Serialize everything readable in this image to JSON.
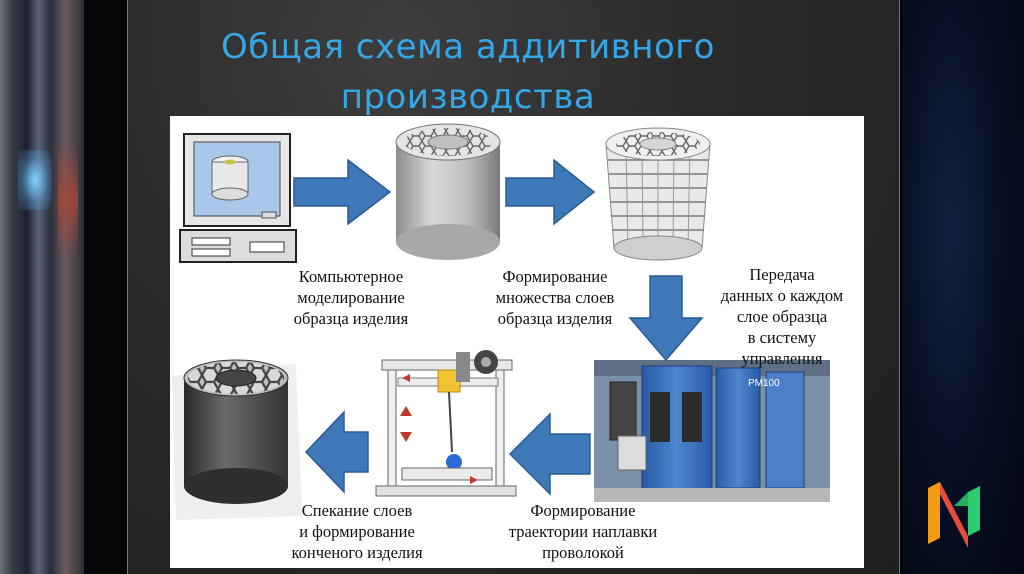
{
  "slide": {
    "title": "Общая  схема аддитивного производства"
  },
  "diagram": {
    "nodes": [
      {
        "id": "computer_modeling",
        "label": "Компьютерное\nмоделирование\nобразца изделия"
      },
      {
        "id": "layer_formation",
        "label": "Формирование\nмножества слоев\nобразца изделия"
      },
      {
        "id": "data_transfer",
        "label": "Передача\nданных о каждом\nслое образца\nв систему\nуправления"
      },
      {
        "id": "trajectory",
        "label": "Формирование\nтраектории наплавки\nпроволокой"
      },
      {
        "id": "sintering",
        "label": "Спекание слоев\nи формирование\nконченого изделия"
      }
    ],
    "edges": [
      {
        "from": "computer_modeling",
        "to": "layer_formation"
      },
      {
        "from": "layer_formation",
        "to": "data_transfer"
      },
      {
        "from": "data_transfer",
        "to": "trajectory"
      },
      {
        "from": "trajectory",
        "to": "sintering"
      }
    ],
    "machine_label": "PM100"
  },
  "colors": {
    "title": "#35a7e6",
    "arrow": "#3e78b8",
    "arrow_edge": "#2b5c94",
    "panel": "#ffffff"
  }
}
